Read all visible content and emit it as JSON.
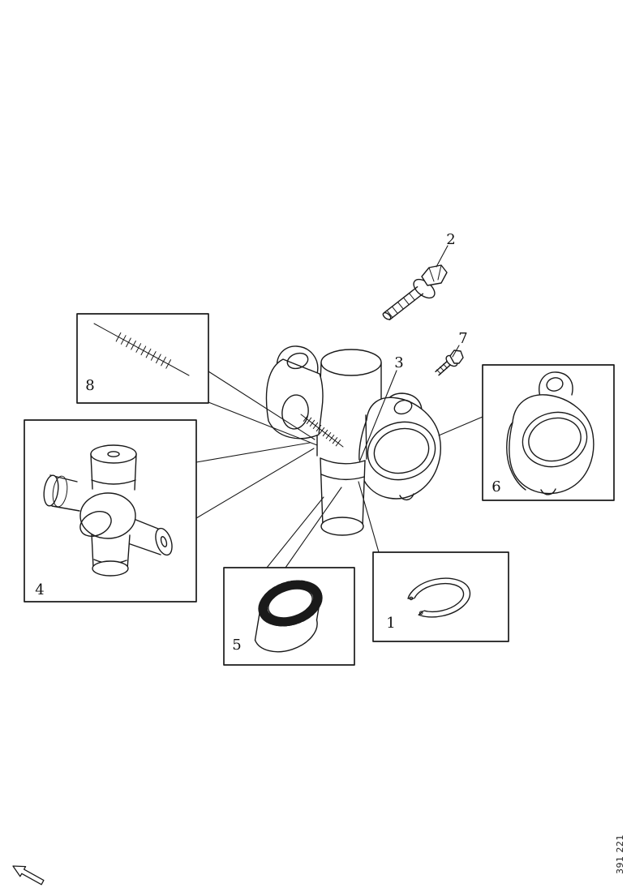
{
  "figure": {
    "doc_number": "391 221",
    "colors": {
      "background": "#ffffff",
      "line": "#1a1a1a"
    }
  },
  "callouts": {
    "item1": "1",
    "item2": "2",
    "item3": "3",
    "item4": "4",
    "item5": "5",
    "item6": "6",
    "item7": "7",
    "item8": "8"
  }
}
